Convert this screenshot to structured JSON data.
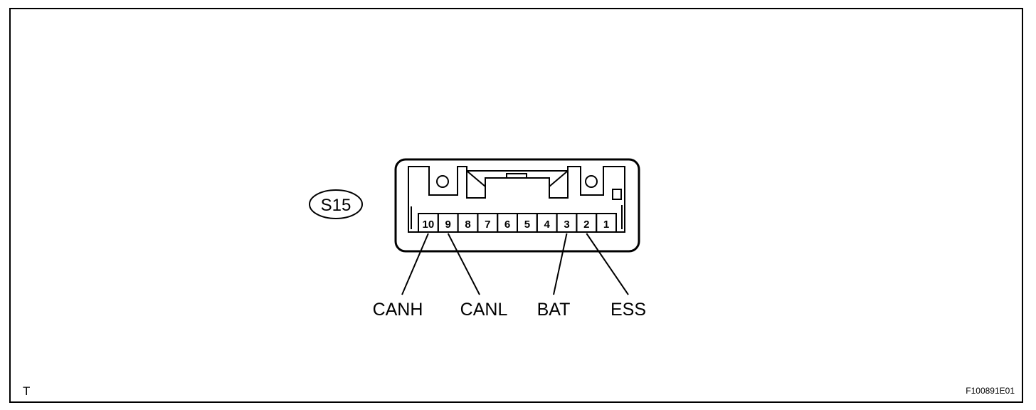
{
  "connector": {
    "label": "S15",
    "pins": [
      "10",
      "9",
      "8",
      "7",
      "6",
      "5",
      "4",
      "3",
      "2",
      "1"
    ]
  },
  "signals": [
    {
      "pin": "10",
      "label": "CANH"
    },
    {
      "pin": "9",
      "label": "CANL"
    },
    {
      "pin": "3",
      "label": "BAT"
    },
    {
      "pin": "2",
      "label": "ESS"
    }
  ],
  "footer": {
    "left_mark": "T",
    "figure_code": "F100891E01"
  },
  "colors": {
    "stroke": "#000000",
    "background": "#ffffff"
  }
}
